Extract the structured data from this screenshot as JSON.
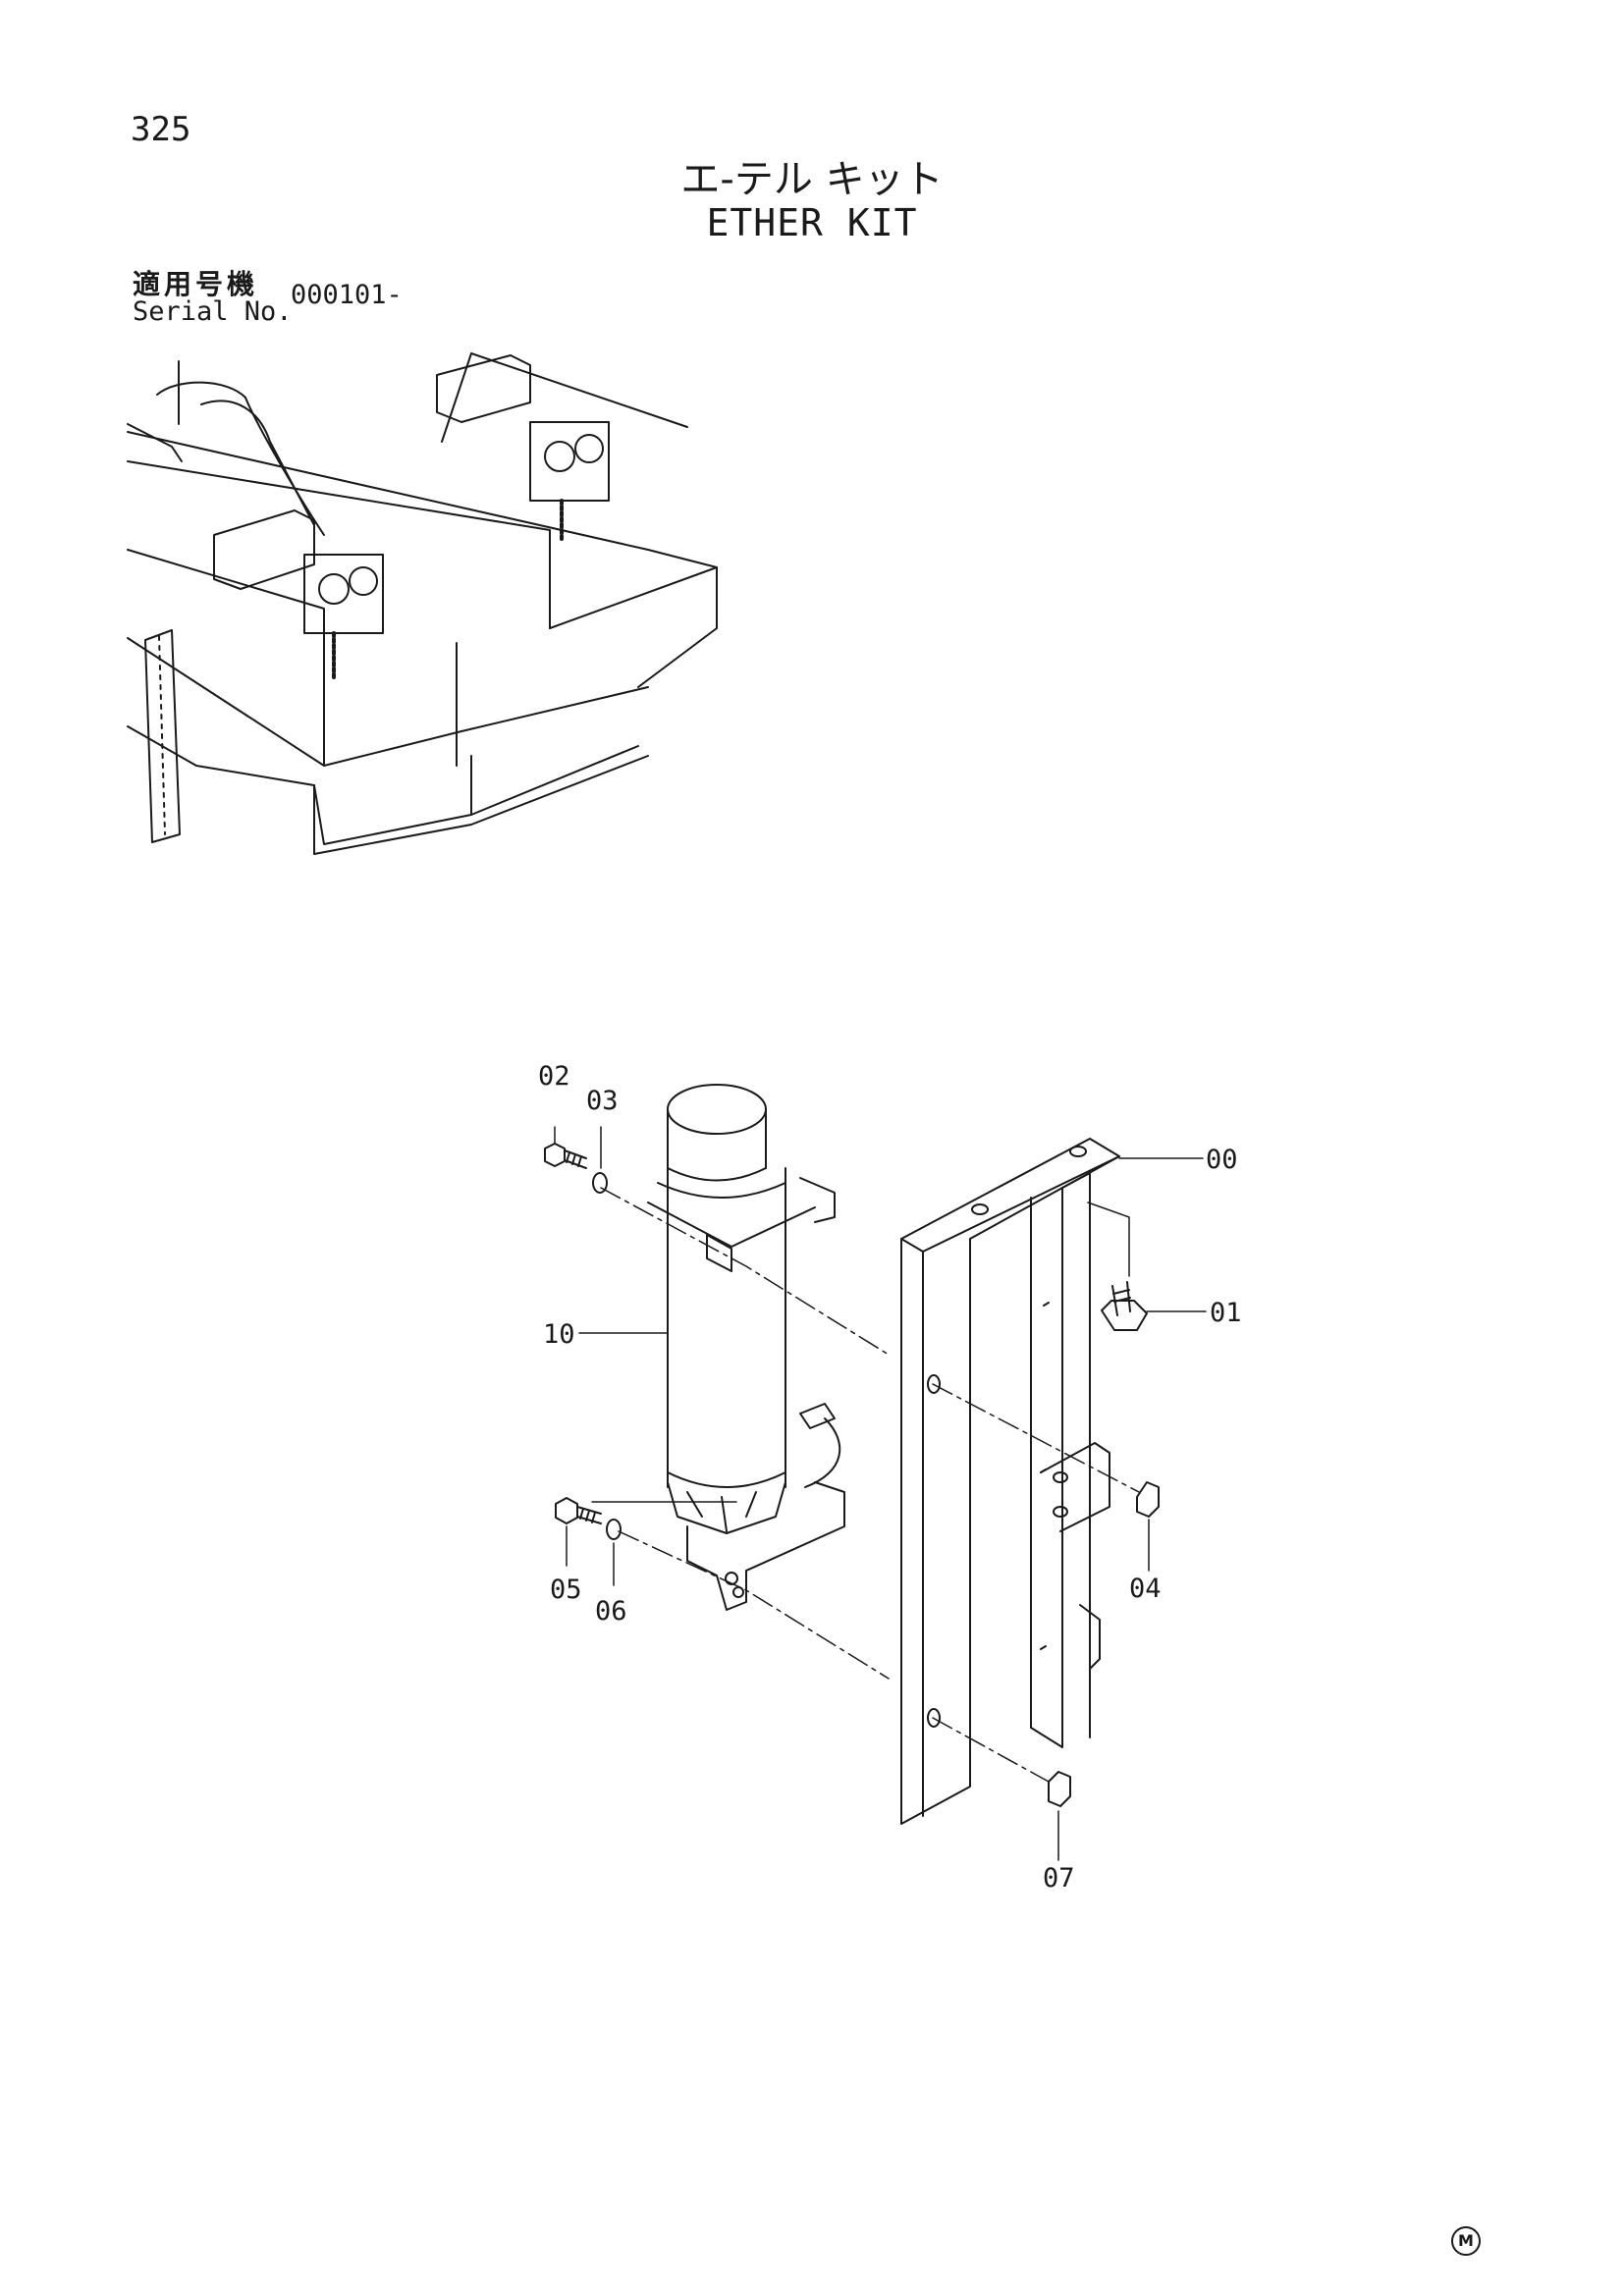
{
  "page": {
    "page_number": "325",
    "title_ja": "エ-テル キット",
    "title_en": "ETHER KIT",
    "serial_label_ja": "適用号機",
    "serial_label_en": "Serial No.",
    "serial_range": "000101-",
    "manufacturer_mark": "M"
  },
  "callouts": {
    "c00": "00",
    "c01": "01",
    "c02": "02",
    "c03": "03",
    "c04": "04",
    "c05": "05",
    "c06": "06",
    "c07": "07",
    "c10": "10"
  },
  "colors": {
    "ink": "#1a1a1a",
    "paper": "#ffffff"
  }
}
